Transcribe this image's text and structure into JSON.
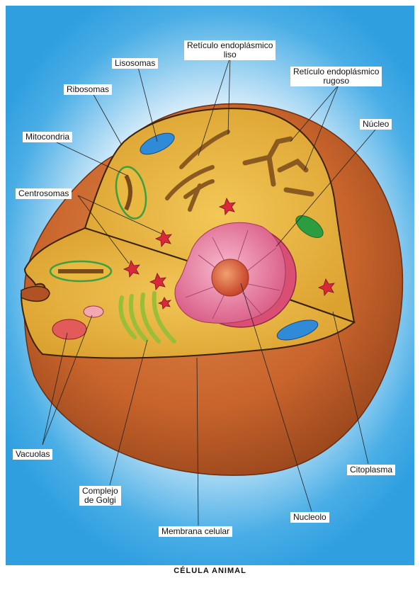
{
  "title": "CÉLULA ANIMAL",
  "labels": {
    "reticulo_liso": [
      "Retículo endoplásmico",
      "liso"
    ],
    "lisosomas": "Lisosomas",
    "reticulo_rugoso": [
      "Retículo endoplásmico",
      "rugoso"
    ],
    "ribosomas": "Ribosomas",
    "nucleo": "Núcleo",
    "mitocondria": "Mitocondria",
    "centrosomas": "Centrosomas",
    "vacuolas": "Vacuolas",
    "citoplasma": "Citoplasma",
    "golgi": [
      "Complejo",
      "de Golgi"
    ],
    "nucleolo": "Nucleolo",
    "membrana": "Membrana celular"
  },
  "colors": {
    "background": "#3aa6e4",
    "membrane": "#c8642c",
    "cytoplasm": "#e6b43c",
    "nucleus": "#e87aa0",
    "nucleolus": "#e0603c",
    "lysosome": "#2f8ad8",
    "mitochondria_border": "#3aa040"
  }
}
